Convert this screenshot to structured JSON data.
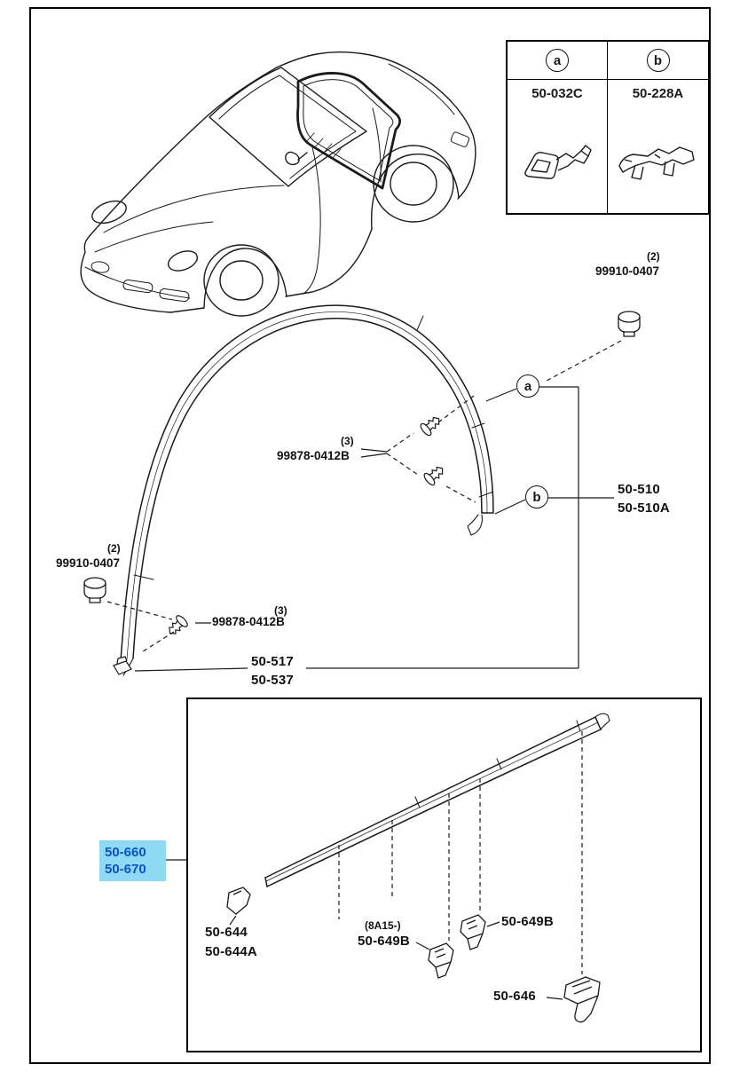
{
  "page": {
    "type": "parts-catalog-diagram",
    "highlight_color": "#8fd9f4",
    "highlight_text_color": "#0a53c9",
    "line_color": "#1a1a1a"
  },
  "ref_table": {
    "columns": [
      {
        "callout": "a",
        "part_no": "50-032C",
        "icon": "clip-a-icon"
      },
      {
        "callout": "b",
        "part_no": "50-228A",
        "icon": "clip-b-icon"
      }
    ]
  },
  "upper": {
    "callout_a": "a",
    "callout_b": "b",
    "fastener_top_right": {
      "qty": "(2)",
      "part_no": "99910-0407"
    },
    "fastener_center": {
      "qty": "(3)",
      "part_no": "99878-0412B"
    },
    "fastener_left": {
      "qty": "(2)",
      "part_no": "99910-0407"
    },
    "fastener_lower_left": {
      "qty": "(3)",
      "part_no": "99878-0412B"
    },
    "parts_right": [
      "50-510",
      "50-510A"
    ],
    "parts_bottom": [
      "50-517",
      "50-537"
    ]
  },
  "lower": {
    "highlighted_parts": [
      "50-660",
      "50-670"
    ],
    "parts_left": [
      "50-644",
      "50-644A"
    ],
    "note": "(8A15-)",
    "part_649b_a": "50-649B",
    "part_649b_b": "50-649B",
    "part_646": "50-646"
  }
}
